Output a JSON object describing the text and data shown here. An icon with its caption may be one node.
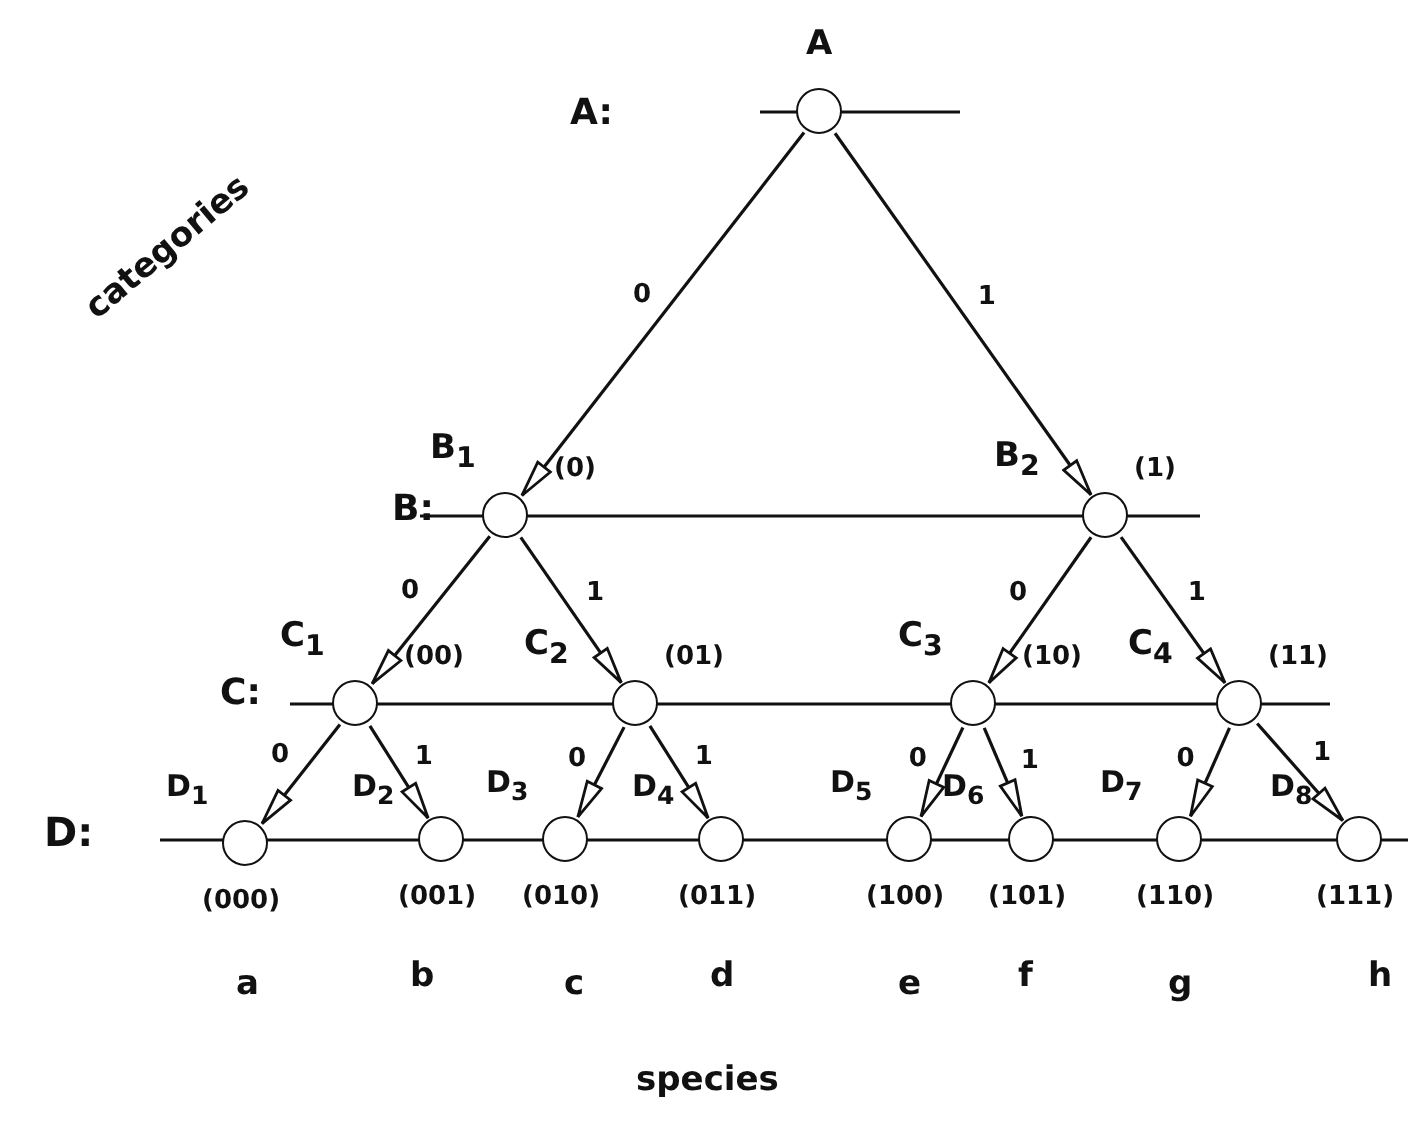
{
  "diagram": {
    "nodes": [
      {
        "text": [
          "A"
        ]
      },
      {
        "text": [
          "B$_{1}$"
        ],
        "beside": [
          "(0)"
        ]
      },
      {
        "text": [
          "B$_{2}$"
        ],
        "beside": [
          "(1)"
        ]
      },
      {
        "text": [
          "C$_{1}$"
        ],
        "beside": [
          "(00)"
        ]
      },
      {
        "text": [
          "C$_{2}$"
        ],
        "beside": [
          "(01)"
        ]
      },
      {
        "text": [
          "C$_{3}$"
        ],
        "beside": [
          "(10)"
        ]
      },
      {
        "text": [
          "C$_{4}$"
        ],
        "beside": [
          "(11)"
        ]
      },
      {
        "text": [
          "D$_{1}$"
        ],
        "beside": [
          "(000)"
        ]
      },
      {
        "text": [
          "D$_{2}$"
        ],
        "beside": [
          "(001)"
        ]
      },
      {
        "text": [
          "D$_{3}$"
        ],
        "beside": [
          "(010)"
        ]
      },
      {
        "text": [
          "D$_{4}$"
        ],
        "beside": [
          "(011)"
        ]
      },
      {
        "text": [
          "D$_{5}$"
        ],
        "beside": [
          "(100)"
        ]
      },
      {
        "text": [
          "D$_{6}$"
        ],
        "beside": [
          "(101)"
        ]
      },
      {
        "text": [
          "D$_{7}$"
        ],
        "beside": [
          "(110)"
        ]
      },
      {
        "text": [
          "D$_{8}$"
        ],
        "beside": [
          "(111)"
        ]
      }
    ],
    "edges": [
      {
        "from": 0,
        "to": 1,
        "label": "0",
        "arrow": "to"
      },
      {
        "from": 0,
        "to": 2,
        "label": "1",
        "arrow": "to"
      },
      {
        "from": 1,
        "to": 3,
        "label": "0",
        "arrow": "to"
      },
      {
        "from": 1,
        "to": 4,
        "label": "1",
        "arrow": "to"
      },
      {
        "from": 2,
        "to": 5,
        "label": "0",
        "arrow": "to"
      },
      {
        "from": 2,
        "to": 6,
        "label": "1",
        "arrow": "to"
      },
      {
        "from": 3,
        "to": 7,
        "label": "0",
        "arrow": "to"
      },
      {
        "from": 3,
        "to": 8,
        "label": "1",
        "arrow": "to"
      },
      {
        "from": 4,
        "to": 9,
        "label": "0",
        "arrow": "to"
      },
      {
        "from": 4,
        "to": 10,
        "label": "1",
        "arrow": "to"
      },
      {
        "from": 5,
        "to": 11,
        "label": "0",
        "arrow": "to"
      },
      {
        "from": 5,
        "to": 12,
        "label": "1",
        "arrow": "to"
      },
      {
        "from": 6,
        "to": 13,
        "label": "0",
        "arrow": "to"
      },
      {
        "from": 6,
        "to": 14,
        "label": "1",
        "arrow": "to"
      }
    ],
    "labels": [
      "A:",
      "categories",
      "B:",
      "C:",
      "D:",
      "a",
      "b",
      "c",
      "d",
      "e",
      "f",
      "g",
      "h",
      "species"
    ]
  }
}
